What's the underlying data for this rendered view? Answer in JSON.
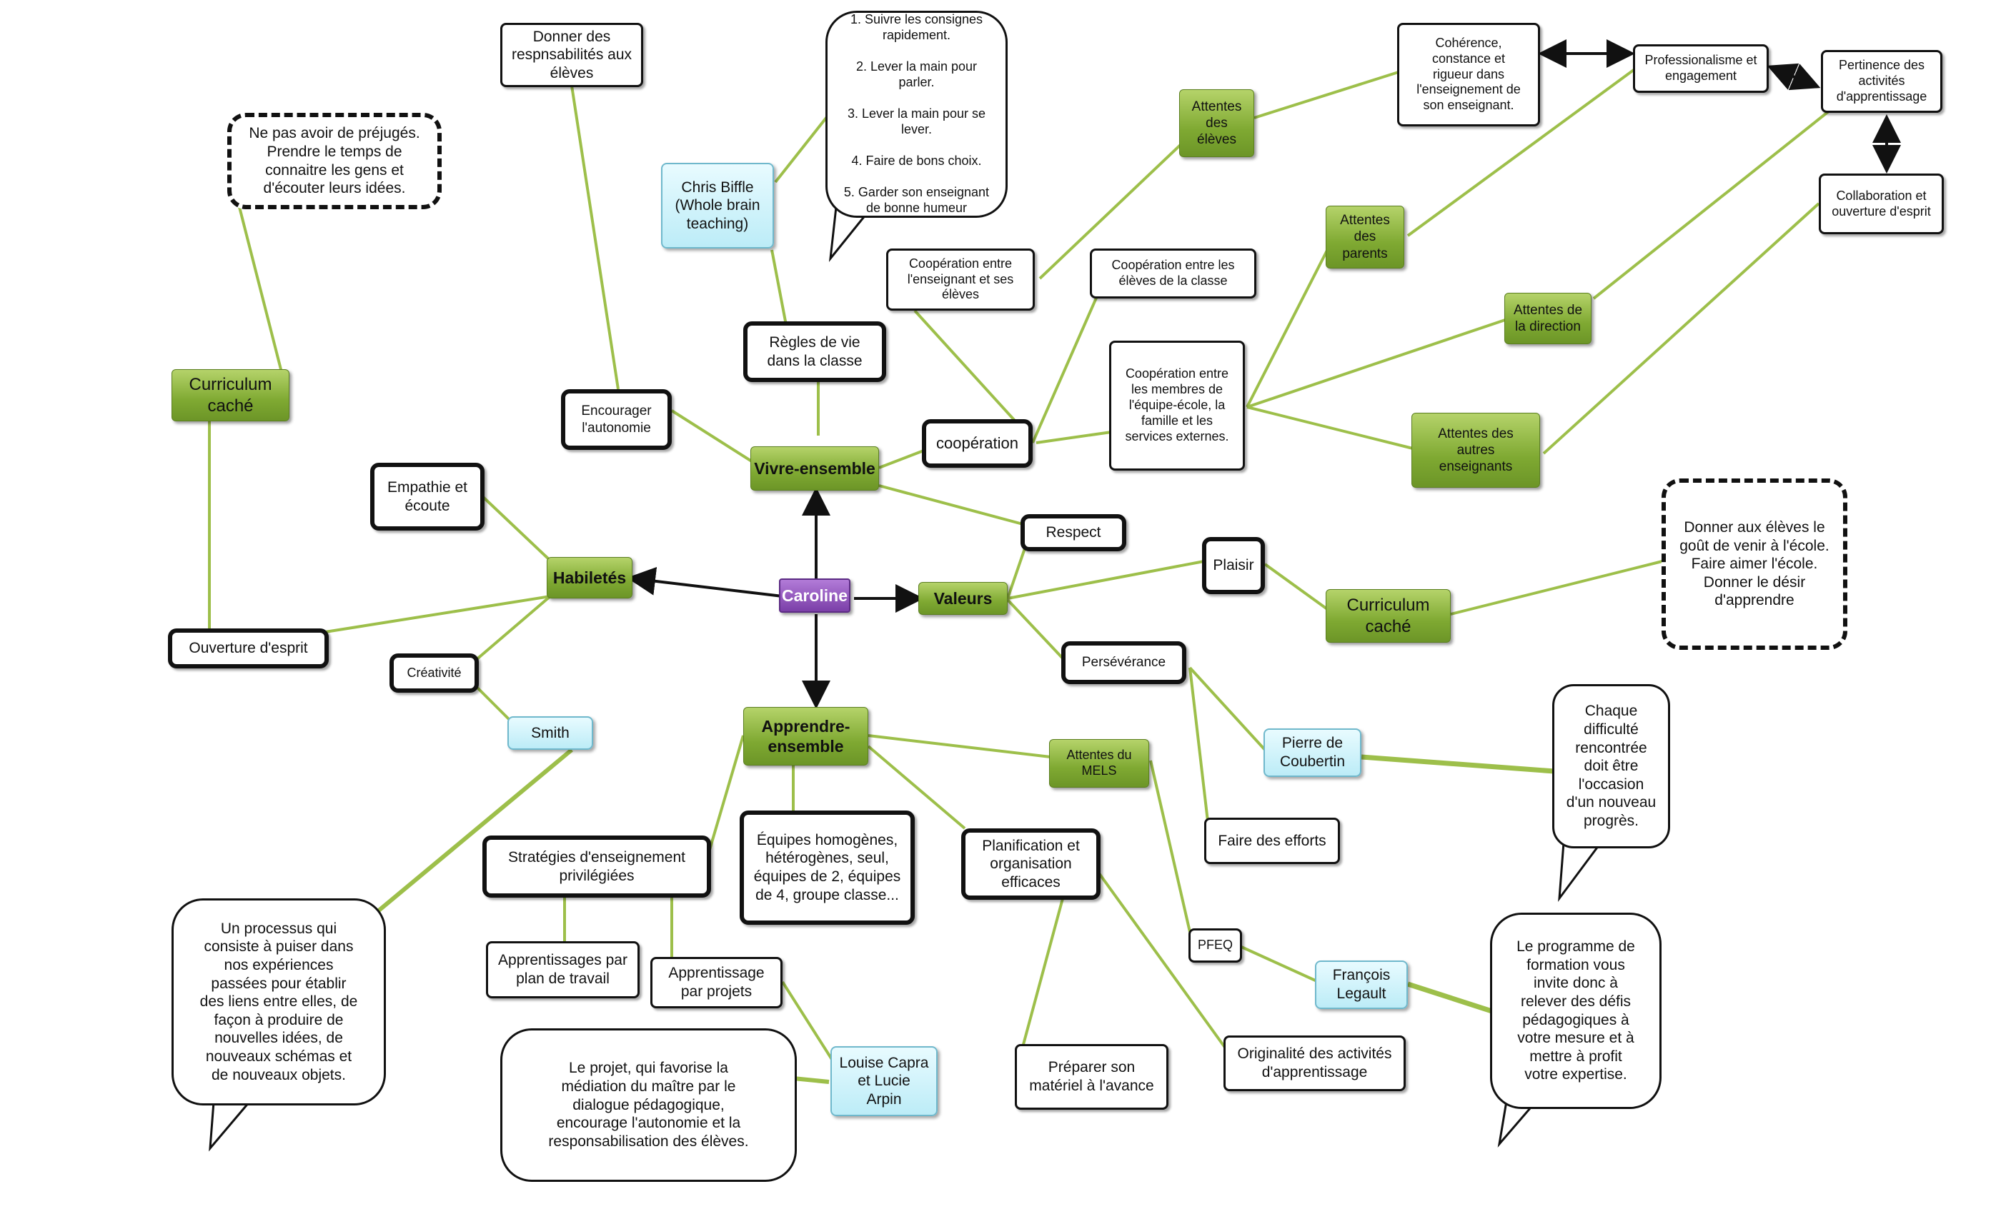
{
  "nodes": {
    "caroline": "Caroline",
    "vivre_ensemble": "Vivre-ensemble",
    "habiletes": "Habiletés",
    "valeurs": "Valeurs",
    "apprendre_ensemble": "Apprendre-\nensemble",
    "curriculum_cache_left": "Curriculum\ncaché",
    "curriculum_cache_right": "Curriculum\ncaché",
    "prejuges": "Ne pas avoir de préjugés.\nPrendre le temps de\nconnaitre les gens et\nd'écouter leurs idées.",
    "responsabilites": "Donner des\nrespnsabilités aux\nélèves",
    "consignes": "1. Suivre les consignes\nrapidement.\n\n2. Lever la main pour\nparler.\n\n3. Lever la main pour se\nlever.\n\n4. Faire de bons choix.\n\n5. Garder son enseignant\nde bonne humeur",
    "chris_biffle": "Chris Biffle\n(Whole brain\nteaching)",
    "regles_vie": "Règles de vie\ndans la classe",
    "encourager_autonomie": "Encourager\nl'autonomie",
    "cooperation_enseignant": "Coopération entre\nl'enseignant et ses\nélèves",
    "cooperation_eleves": "Coopération entre les\nélèves de la classe",
    "cooperation": "coopération",
    "cooperation_equipe": "Coopération entre\nles membres de\nl'équipe-école, la\nfamille et les\nservices externes.",
    "attentes_eleves": "Attentes\ndes\nélèves",
    "attentes_parents": "Attentes\ndes\nparents",
    "attentes_direction": "Attentes de\nla direction",
    "attentes_autres": "Attentes des\nautres\nenseignants",
    "coherence": "Cohérence,\nconstance et\nrigueur dans\nl'enseignement de\nson enseignant.",
    "professionnalisme": "Professionalisme et\nengagement",
    "pertinence": "Pertinence des\nactivités\nd'apprentissage",
    "collaboration": "Collaboration et\nouverture d'esprit",
    "empathie": "Empathie et\nécoute",
    "ouverture": "Ouverture d'esprit",
    "creativite": "Créativité",
    "smith": "Smith",
    "respect": "Respect",
    "plaisir": "Plaisir",
    "gout_ecole": "Donner aux élèves le\ngoût de venir à l'école.\nFaire aimer l'école.\nDonner le désir\nd'apprendre",
    "perseverance": "Persévérance",
    "pierre": "Pierre de\nCoubertin",
    "chaque_difficulte": "Chaque\ndifficulté\nrencontrée\ndoit être\nl'occasion\nd'un nouveau\nprogrès.",
    "faire_efforts": "Faire des efforts",
    "attentes_mels": "Attentes du\nMELS",
    "pfeq": "PFEQ",
    "francois": "François\nLegault",
    "programme_formation": "Le programme de\nformation vous\ninvite donc à\nrelever des défis\npédagogiques à\nvotre mesure et à\nmettre à profit\nvotre expertise.",
    "planification": "Planification et\norganisation\nefficaces",
    "preparer": "Préparer son\nmatériel à l'avance",
    "originalite": "Originalité des activités\nd'apprentissage",
    "equipes": "Équipes homogènes,\nhétérogènes, seul,\néquipes de 2, équipes\nde 4, groupe classe...",
    "strategies": "Stratégies d'enseignement\nprivilégiées",
    "plan_travail": "Apprentissages par\nplan de travail",
    "par_projets": "Apprentissage\npar projets",
    "louise": "Louise Capra\net  Lucie\nArpin",
    "projet_mediation": "Le projet, qui favorise la\nmédiation du maître par le\ndialogue pédagogique,\nencourage l'autonomie et la\nresponsabilisation des élèves.",
    "processus": "Un processus qui\nconsiste à puiser dans\nnos expériences\npassées pour établir\ndes liens entre elles, de\nfaçon à produire de\nnouvelles idées, de\nnouveaux schémas et\nde nouveaux objets."
  },
  "colors": {
    "link_green": "#9dbf4a",
    "arrow_black": "#111111"
  }
}
